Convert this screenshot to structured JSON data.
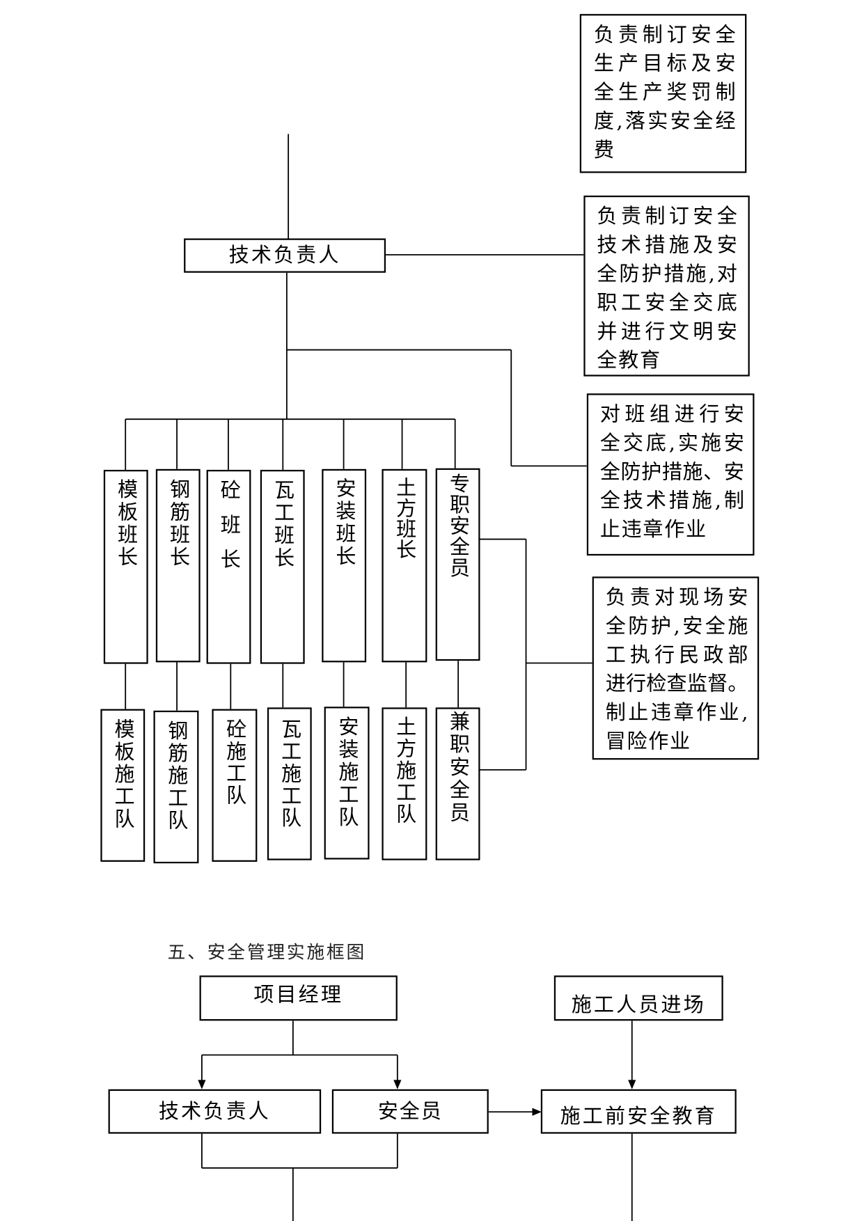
{
  "org_chart": {
    "duty_boxes": [
      {
        "lines": [
          "负责制订安全",
          "生产目标及安",
          "全生产奖罚制",
          "度,落实安全经",
          "费"
        ]
      },
      {
        "lines": [
          "负责制订安全",
          "技术措施及安",
          "全防护措施,对",
          "职工安全交底",
          "并进行文明安",
          "全教育"
        ]
      },
      {
        "lines": [
          "对班组进行安",
          "全交底,实施安",
          "全防护措施、安",
          "全技术措施,制",
          "止违章作业"
        ]
      },
      {
        "lines": [
          "负责对现场安",
          "全防护,安全施",
          "工执行民政部",
          "进行检查监督。",
          "制止违章作业,",
          "冒险作业"
        ]
      }
    ],
    "technical_lead": "技术负责人",
    "team_leaders": [
      "模板班长",
      "钢筋班长",
      "砼班长",
      "瓦工班长",
      "安装班长",
      "土方班长",
      "专职安全员"
    ],
    "work_teams": [
      "模板施工队",
      "钢筋施工队",
      "砼施工队",
      "瓦工施工队",
      "安装施工队",
      "土方施工队",
      "兼职安全员"
    ]
  },
  "section_heading": "五、安全管理实施框图",
  "flow_chart": {
    "project_manager": "项目经理",
    "technical_lead": "技术负责人",
    "safety_officer": "安全员",
    "workers_enter_site": "施工人员进场",
    "pre_construction_safety_education": "施工前安全教育"
  }
}
